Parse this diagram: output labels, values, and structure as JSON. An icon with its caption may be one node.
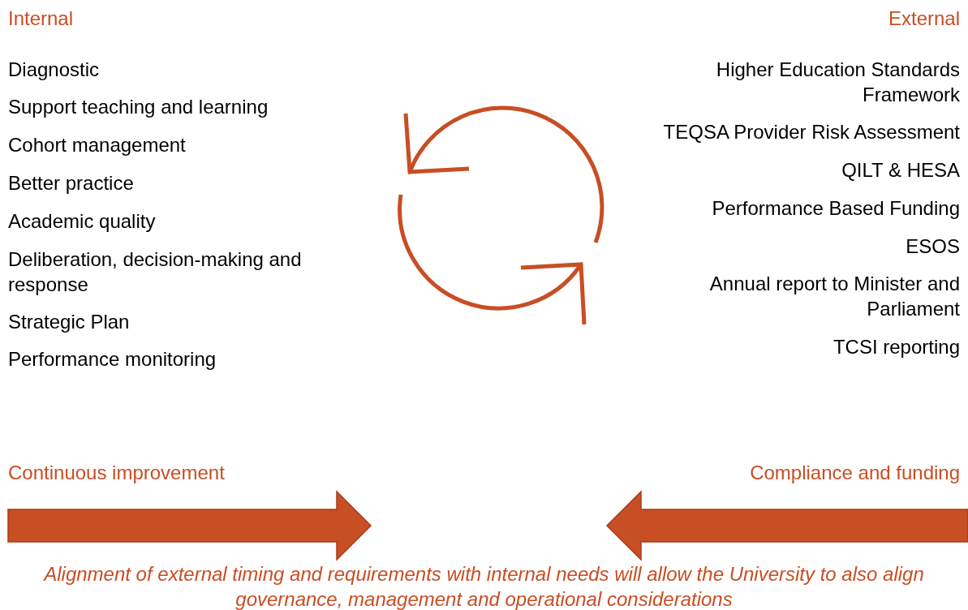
{
  "diagram": {
    "labels": [
      "Internal",
      "External",
      "Diagnostic",
      "Support teaching and learning",
      "Cohort management",
      "Better practice",
      "Academic quality",
      "Deliberation, decision-making and response",
      "Strategic Plan",
      "Performance monitoring",
      "Higher Education Standards Framework",
      "TEQSA Provider Risk Assessment",
      "QILT & HESA",
      "Performance Based Funding",
      "ESOS",
      "Annual report to Minister and Parliament",
      "TCSI reporting",
      "Continuous improvement",
      "Compliance and funding"
    ],
    "caption": "Alignment of external timing and requirements with internal needs will allow the University to also align governance, management and operational considerations"
  }
}
